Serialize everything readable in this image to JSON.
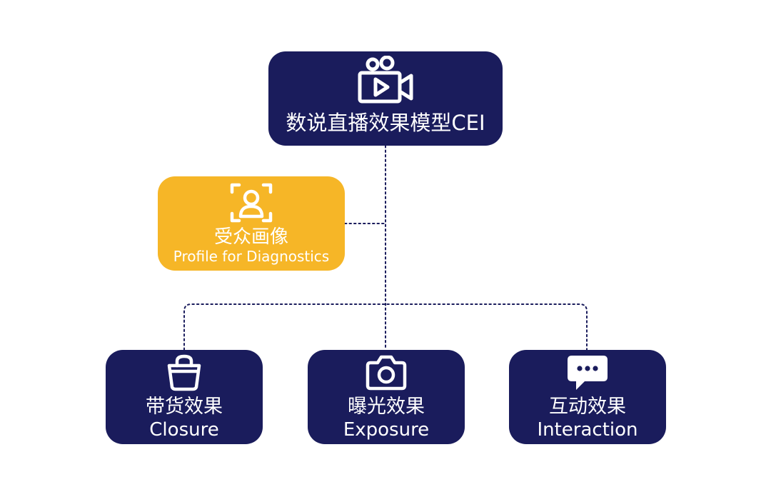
{
  "root": {
    "icon": "video-camera-icon",
    "label": "数说直播效果模型CEI"
  },
  "audience": {
    "icon": "face-scan-user-icon",
    "label_cn": "受众画像",
    "label_en": "Profile for Diagnostics"
  },
  "effects": [
    {
      "icon": "shopping-bag-icon",
      "label_cn": "带货效果",
      "label_en": "Closure"
    },
    {
      "icon": "camera-icon",
      "label_cn": "曝光效果",
      "label_en": "Exposure"
    },
    {
      "icon": "chat-bubble-icon",
      "label_cn": "互动效果",
      "label_en": "Interaction"
    }
  ],
  "colors": {
    "navy": "#1a1c5c",
    "gold": "#f6b627",
    "text": "#ffffff",
    "connector": "#1a1c5c"
  }
}
